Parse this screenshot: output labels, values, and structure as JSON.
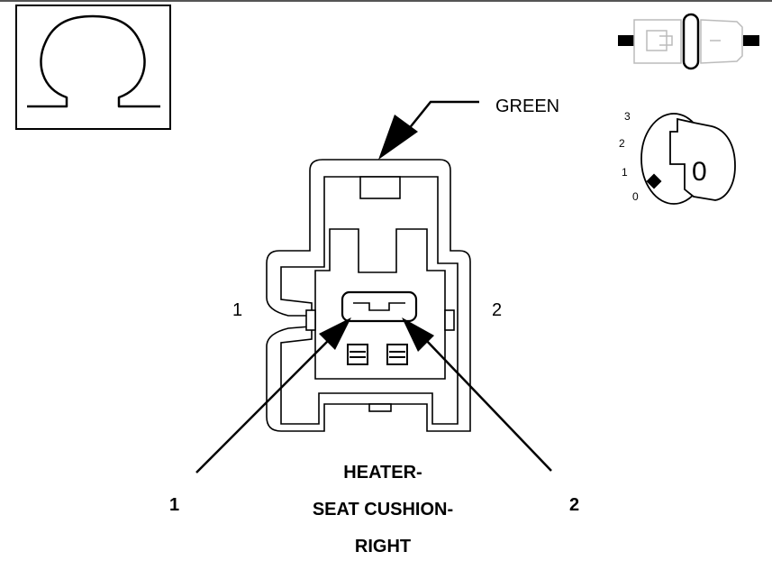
{
  "connector": {
    "color_label": "GREEN",
    "side_label_left": "1",
    "side_label_right": "2",
    "pin_callouts": [
      "1",
      "2"
    ],
    "name_lines": [
      "HEATER-",
      "SEAT CUSHION-",
      "RIGHT"
    ]
  },
  "symbols": {
    "ohmmeter_icon": "omega-icon",
    "connector_icon": "connector-disconnected-icon",
    "ignition_icon": "ignition-key-icon"
  },
  "ignition": {
    "positions": [
      "3",
      "2",
      "1",
      "0"
    ],
    "key_position": "0"
  }
}
